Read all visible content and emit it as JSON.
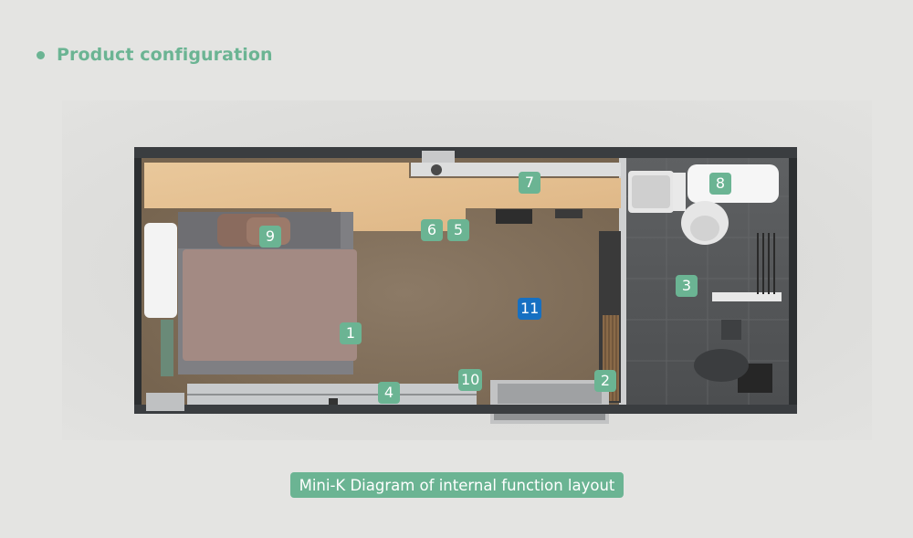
{
  "header": {
    "title": "Product configuration"
  },
  "caption": "Mini-K Diagram of internal function layout",
  "colors": {
    "accent": "#6bb493",
    "highlight": "#1670c2",
    "background": "#e4e4e2"
  },
  "markers": [
    {
      "id": "1",
      "label": "1",
      "color": "green"
    },
    {
      "id": "2",
      "label": "2",
      "color": "green"
    },
    {
      "id": "3",
      "label": "3",
      "color": "green"
    },
    {
      "id": "4",
      "label": "4",
      "color": "green"
    },
    {
      "id": "5",
      "label": "5",
      "color": "green"
    },
    {
      "id": "6",
      "label": "6",
      "color": "green"
    },
    {
      "id": "7",
      "label": "7",
      "color": "green"
    },
    {
      "id": "8",
      "label": "8",
      "color": "green"
    },
    {
      "id": "9",
      "label": "9",
      "color": "green"
    },
    {
      "id": "10",
      "label": "10",
      "color": "green"
    },
    {
      "id": "11",
      "label": "11",
      "color": "blue"
    }
  ]
}
